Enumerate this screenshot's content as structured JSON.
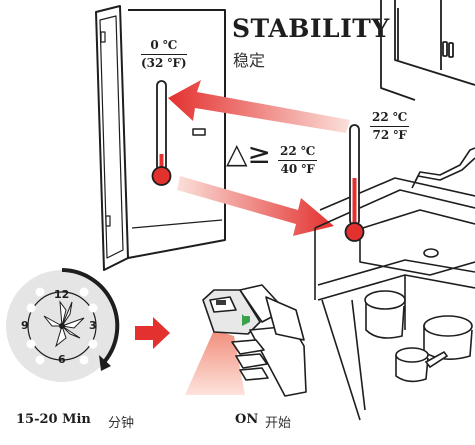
{
  "title": "STABILITY",
  "subtitle": "稳定",
  "fridge_temp": {
    "celsius": "0 ℃",
    "fahrenheit": "(32 ℉)"
  },
  "room_temp": {
    "celsius": "22 ℃",
    "fahrenheit": "72 ℉"
  },
  "difference": {
    "symbol": "△≥",
    "celsius": "22 ℃",
    "fahrenheit": "40 ℉"
  },
  "timer": {
    "label": "15-20 Min",
    "label_cn": "分钟",
    "dial_numbers": [
      "12",
      "3",
      "6",
      "9"
    ]
  },
  "power": {
    "label": "ON",
    "label_cn": "开始"
  },
  "icons": [
    "refrigerator-icon",
    "thermometer-icon",
    "arrow-icon",
    "clock-icon",
    "infrared-thermometer-icon",
    "kitchen-cabinet-icon",
    "sink-icon",
    "pot-icon"
  ],
  "colors": {
    "accent_red": "#e3312f",
    "arrow_light": "#f7c2b8",
    "line": "#1e1e1e"
  }
}
